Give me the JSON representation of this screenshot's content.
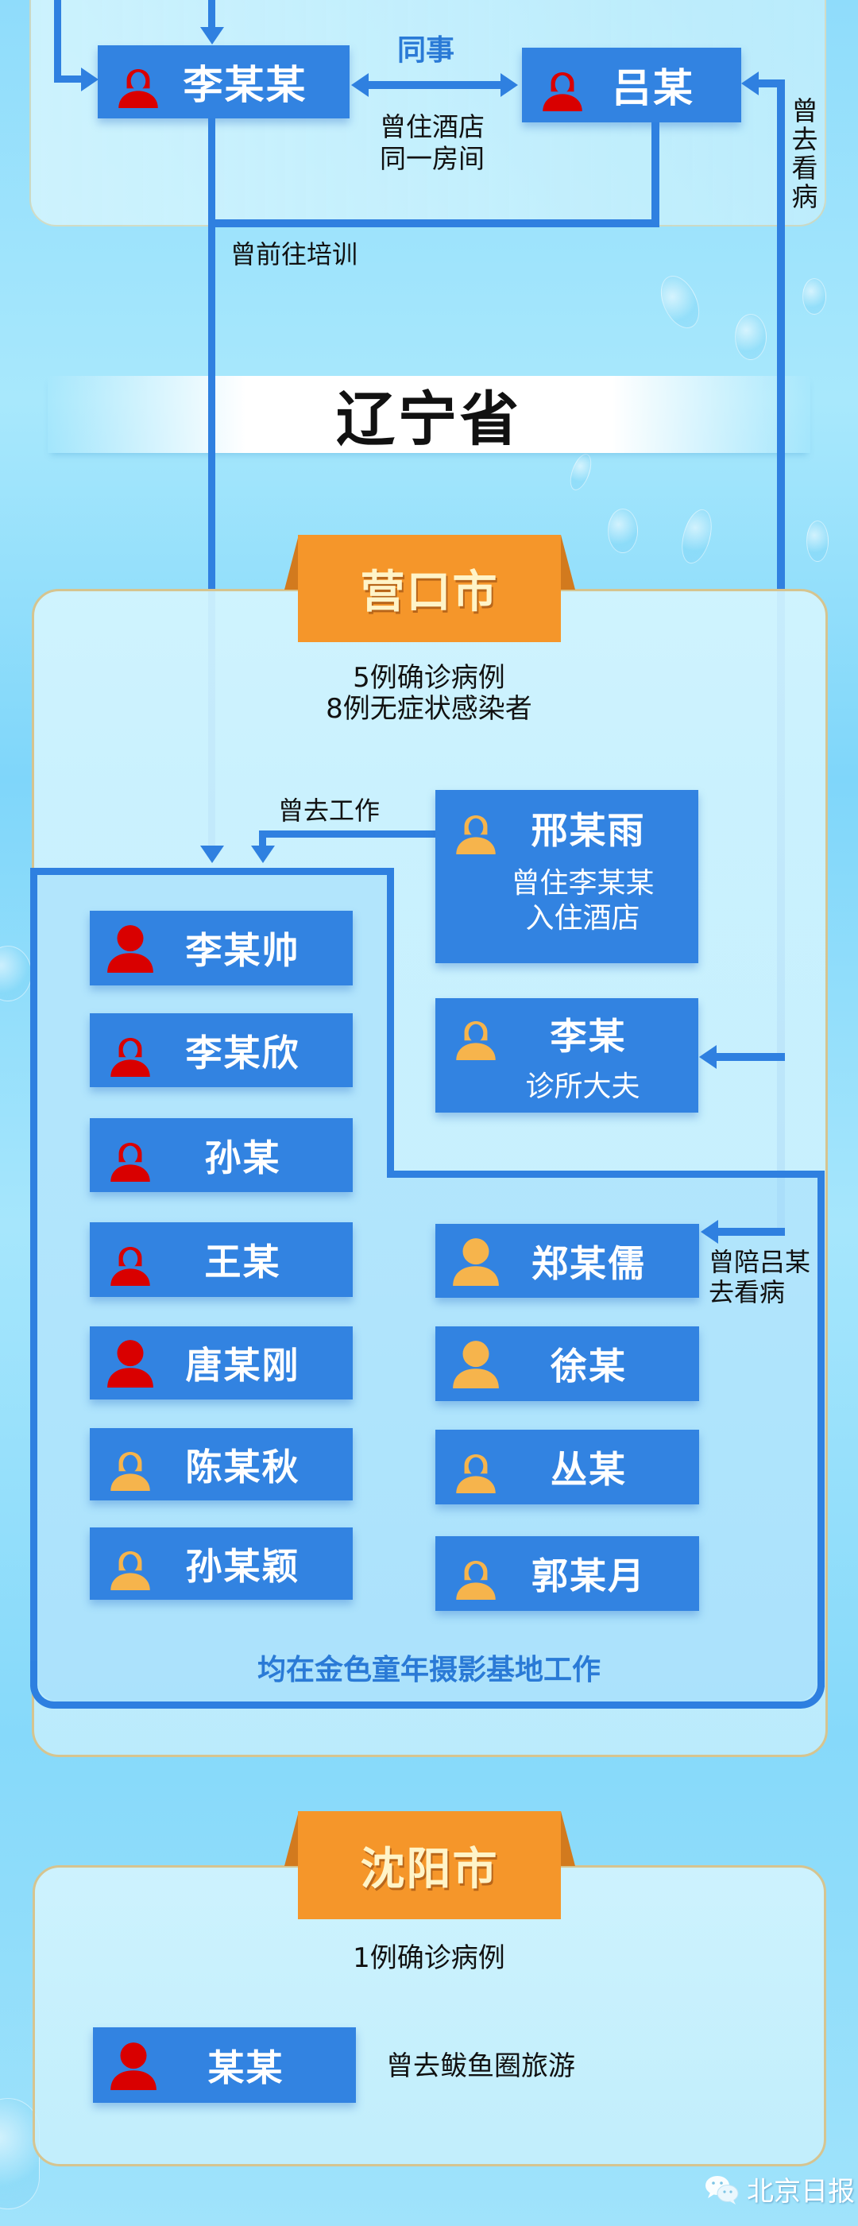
{
  "colors": {
    "box_blue": "#3283e1",
    "line_blue": "#2f80e0",
    "confirmed_icon": "#d90000",
    "asymptomatic_icon": "#f6b44c",
    "tab_orange": "#f5962a",
    "footer_text_blue": "#2a7ad6"
  },
  "legend_semantics": {
    "red_icon": "confirmed case",
    "orange_icon": "asymptomatic infection"
  },
  "top_section": {
    "people": [
      {
        "name": "李某某",
        "gender": "female",
        "status": "confirmed"
      },
      {
        "name": "吕某",
        "gender": "female",
        "status": "confirmed"
      }
    ],
    "relation_colleague": "同事",
    "relation_hotel_line1": "曾住酒店",
    "relation_hotel_line2": "同一房间",
    "went_training": "曾前往培训",
    "went_see_doctor": "曾去看病"
  },
  "province": {
    "title": "辽宁省"
  },
  "yingkou": {
    "tab": "营口市",
    "stat_line1": "5例确诊病例",
    "stat_line2": "8例无症状感染者",
    "went_work": "曾去工作",
    "xing": {
      "name": "邢某雨",
      "gender": "female",
      "status": "asymptomatic",
      "note_line1": "曾住李某某",
      "note_line2": "入住酒店"
    },
    "li_doctor": {
      "name": "李某",
      "gender": "female",
      "status": "asymptomatic",
      "note": "诊所大夫"
    },
    "accompany_line1": "曾陪吕某",
    "accompany_line2": "去看病",
    "left_column": [
      {
        "name": "李某帅",
        "gender": "male",
        "status": "confirmed"
      },
      {
        "name": "李某欣",
        "gender": "female",
        "status": "confirmed"
      },
      {
        "name": "孙某",
        "gender": "female",
        "status": "confirmed"
      },
      {
        "name": "王某",
        "gender": "female",
        "status": "confirmed"
      },
      {
        "name": "唐某刚",
        "gender": "male",
        "status": "confirmed"
      },
      {
        "name": "陈某秋",
        "gender": "female",
        "status": "asymptomatic"
      },
      {
        "name": "孙某颖",
        "gender": "female",
        "status": "asymptomatic"
      }
    ],
    "right_column": [
      {
        "name": "郑某儒",
        "gender": "male",
        "status": "asymptomatic"
      },
      {
        "name": "徐某",
        "gender": "male",
        "status": "asymptomatic"
      },
      {
        "name": "丛某",
        "gender": "female",
        "status": "asymptomatic"
      },
      {
        "name": "郭某月",
        "gender": "female",
        "status": "asymptomatic"
      }
    ],
    "footer": "均在金色童年摄影基地工作"
  },
  "shenyang": {
    "tab": "沈阳市",
    "stat": "1例确诊病例",
    "person": {
      "name": "某某",
      "gender": "male",
      "status": "confirmed"
    },
    "note": "曾去鲅鱼圈旅游"
  },
  "watermark": {
    "icon": "wechat-icon",
    "text": "北京日报"
  }
}
